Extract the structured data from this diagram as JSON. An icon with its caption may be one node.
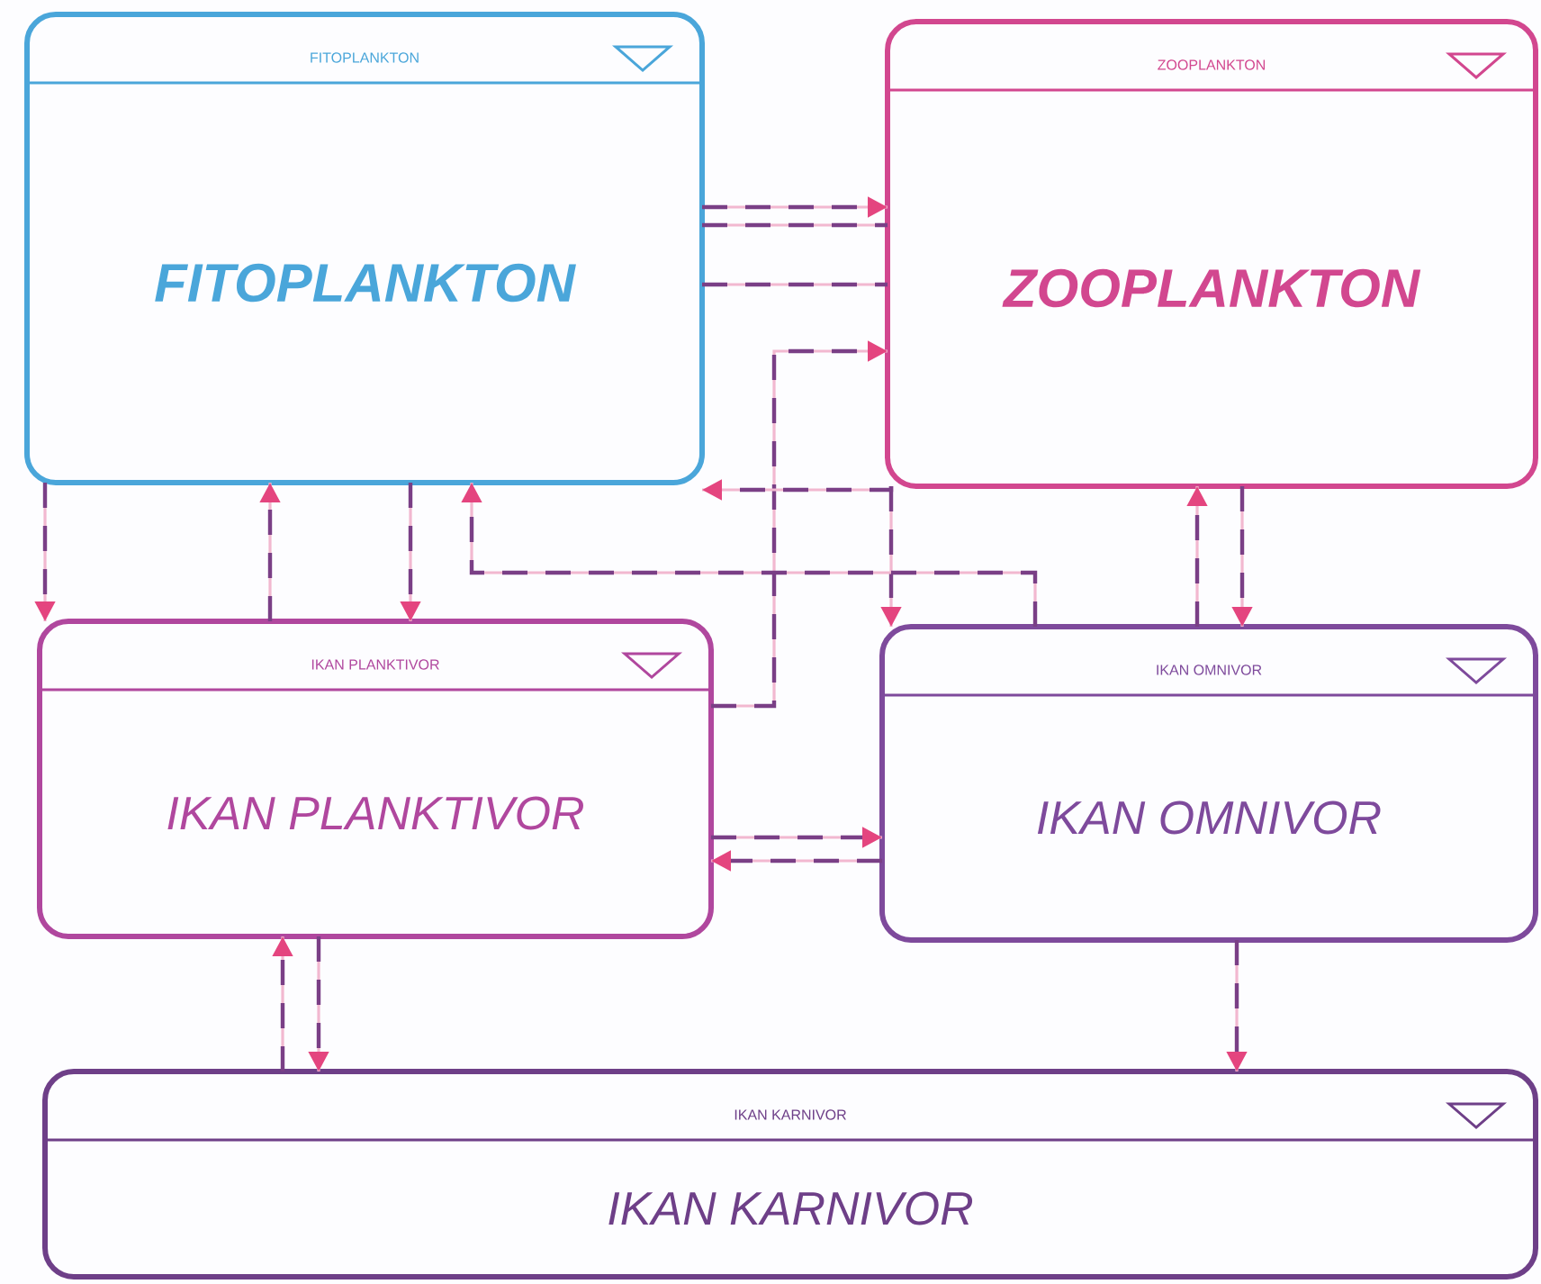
{
  "diagram": {
    "nodes": [
      {
        "text": [
          "FITOPLANKTON",
          "FITOPLANKTON"
        ]
      },
      {
        "text": [
          "ZOOPLANKTON",
          "ZOOPLANKTON"
        ]
      },
      {
        "text": [
          "IKAN PLANKTIVOR",
          "IKAN PLANKTIVOR"
        ]
      },
      {
        "text": [
          "IKAN OMNIVOR",
          "IKAN OMNIVOR"
        ]
      },
      {
        "text": [
          "IKAN KARNIVOR",
          "IKAN KARNIVOR"
        ]
      }
    ],
    "edges": [
      {
        "from": 0,
        "to": 1,
        "arrow": "to"
      },
      {
        "from": 0,
        "to": 1,
        "arrow": "none"
      },
      {
        "from": 0,
        "to": 1,
        "arrow": "none"
      },
      {
        "from": 2,
        "to": 1,
        "arrow": "to"
      },
      {
        "from": 1,
        "to": 0,
        "arrow": "to"
      },
      {
        "from": 1,
        "to": 3,
        "arrow": "to"
      },
      {
        "from": 3,
        "to": 0,
        "arrow": "to"
      },
      {
        "from": 0,
        "to": 2,
        "arrow": "to"
      },
      {
        "from": 2,
        "to": 0,
        "arrow": "to"
      },
      {
        "from": 0,
        "to": 2,
        "arrow": "to"
      },
      {
        "from": 3,
        "to": 1,
        "arrow": "to"
      },
      {
        "from": 1,
        "to": 3,
        "arrow": "to"
      },
      {
        "from": 2,
        "to": 3,
        "arrow": "to"
      },
      {
        "from": 3,
        "to": 2,
        "arrow": "to"
      },
      {
        "from": 4,
        "to": 2,
        "arrow": "to"
      },
      {
        "from": 2,
        "to": 4,
        "arrow": "to"
      },
      {
        "from": 3,
        "to": 4,
        "arrow": "to"
      }
    ]
  }
}
